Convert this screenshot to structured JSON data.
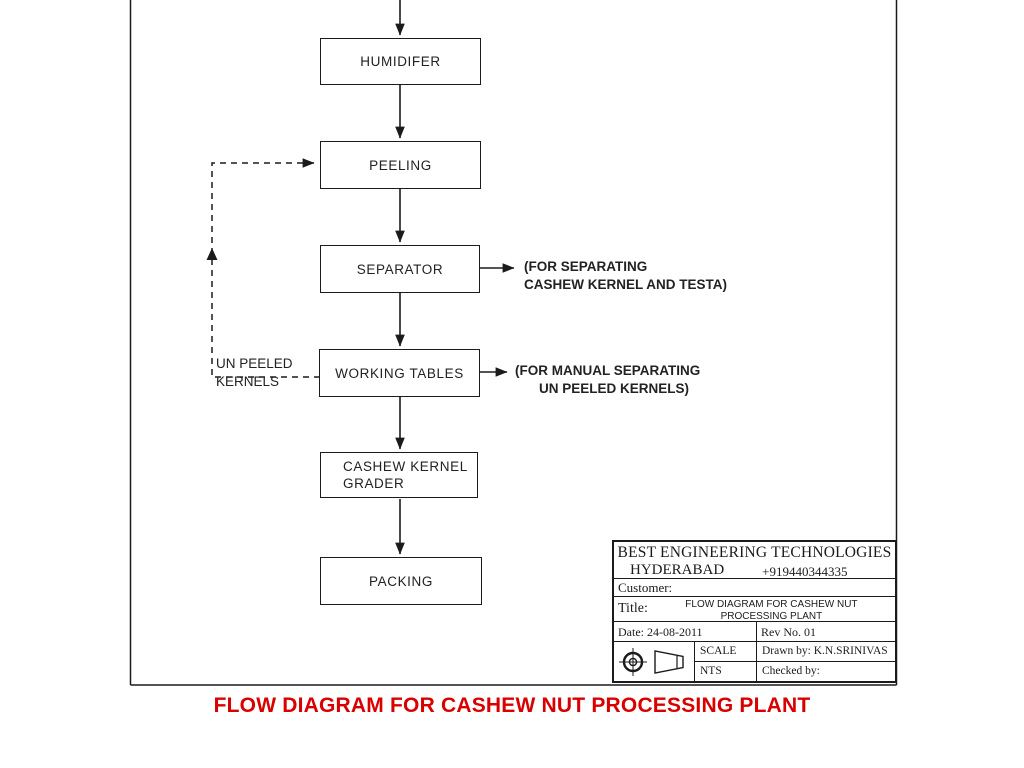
{
  "boxes": [
    {
      "label": "HUMIDIFER"
    },
    {
      "label": "PEELING"
    },
    {
      "label": "SEPARATOR"
    },
    {
      "label": "WORKING TABLES"
    },
    {
      "label": "CASHEW KERNEL\nGRADER"
    },
    {
      "label": "PACKING"
    }
  ],
  "notes": {
    "separator": {
      "line1": "(FOR SEPARATING",
      "line2": "CASHEW KERNEL AND TESTA)"
    },
    "working": {
      "line1": "(FOR MANUAL SEPARATING",
      "line2": "UN PEELED KERNELS)"
    },
    "feedback": {
      "line1": "UN PEELED",
      "line2": "KERNELS"
    }
  },
  "title_block": {
    "company_name": "BEST ENGINEERING TECHNOLOGIES",
    "company_city": "HYDERABAD",
    "company_phone": "+919440344335",
    "customer_label": "Customer:",
    "title_label": "Title:",
    "title_line1": "FLOW DIAGRAM FOR CASHEW NUT",
    "title_line2": "PROCESSING PLANT",
    "date": "Date: 24-08-2011",
    "rev": "Rev No. 01",
    "scale_label": "SCALE",
    "scale_value": "NTS",
    "drawn_by": "Drawn by:  K.N.SRINIVAS",
    "checked_by": "Checked  by:"
  },
  "caption": {
    "text": "FLOW DIAGRAM FOR CASHEW NUT PROCESSING PLANT",
    "color": "#d90000"
  },
  "colors": {
    "line": "#1b1b1b",
    "background": "#ffffff"
  }
}
